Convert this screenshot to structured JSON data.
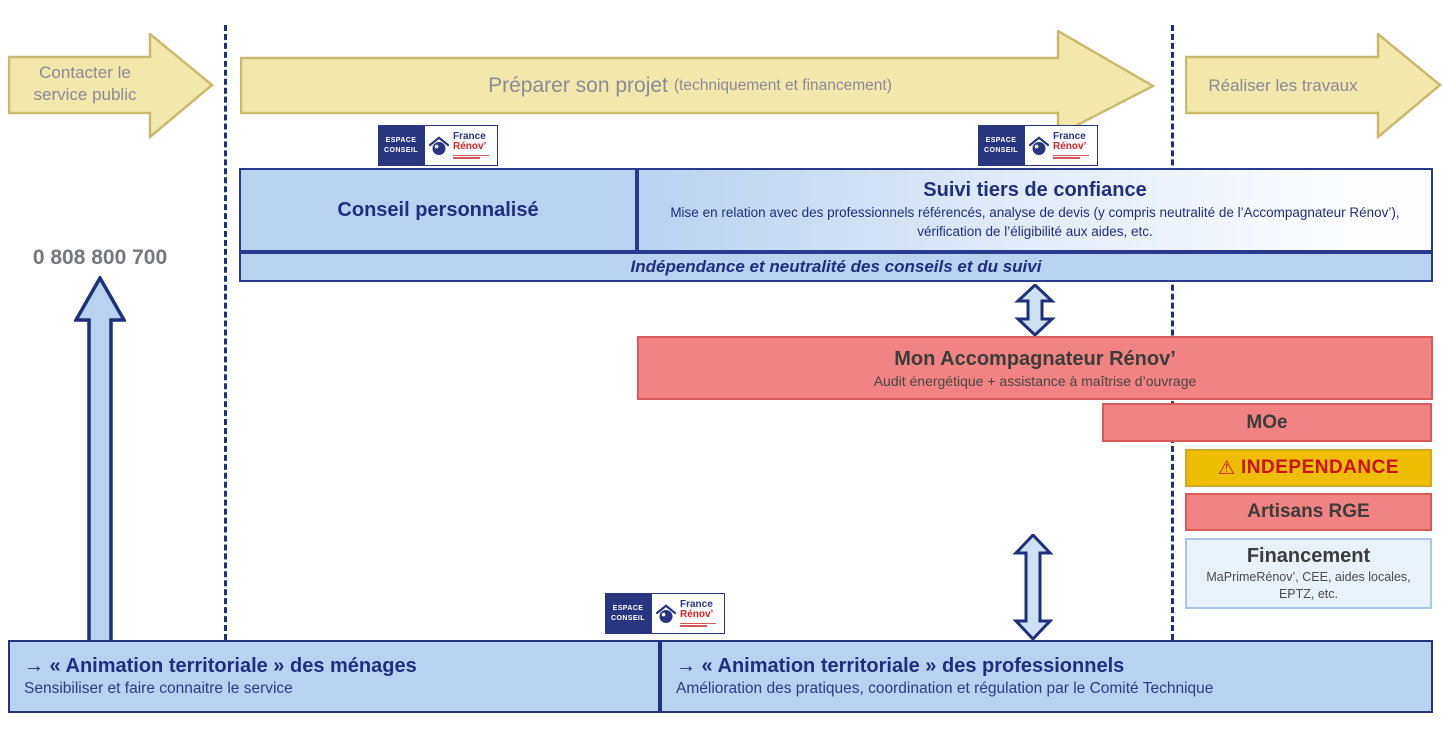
{
  "timeline": {
    "phase1_label": "Contacter le service public",
    "phase2_label": "Préparer son projet",
    "phase2_sub": "(techniquement et financement)",
    "phase3_label": "Réaliser les travaux"
  },
  "phone_number": "0 808 800 700",
  "logo": {
    "left_line1": "ESPACE",
    "left_line2": "CONSEIL",
    "brand_top": "France",
    "brand_bottom": "Rénov’"
  },
  "boxes": {
    "conseil": {
      "title": "Conseil personnalisé"
    },
    "suivi": {
      "title": "Suivi tiers de confiance",
      "subtitle": "Mise en relation avec des professionnels référencés, analyse de devis (y compris neutralité de l’Accompagnateur Rénov’), vérification de l’éligibilité aux aides, etc."
    },
    "independance_bar": "Indépendance et neutralité des conseils et du suivi",
    "mar": {
      "title": "Mon Accompagnateur Rénov’",
      "subtitle": "Audit énergétique + assistance à maîtrise d’ouvrage"
    },
    "moe": "MOe",
    "independance_warn": {
      "icon": "⚠",
      "label": "INDEPENDANCE"
    },
    "artisans": "Artisans RGE",
    "financement": {
      "title": "Financement",
      "subtitle": "MaPrimeRénov’, CEE, aides locales, EPTZ, etc."
    },
    "menages": {
      "title": "→ « Animation territoriale » des ménages",
      "subtitle": "Sensibiliser et faire connaitre le service"
    },
    "pros": {
      "title": "→ « Animation territoriale » des professionnels",
      "subtitle": "Amélioration des pratiques, coordination et régulation par le Comité Technique"
    }
  },
  "colors": {
    "arrow_fill": "#f2e8ab",
    "arrow_border": "#c9ba6d",
    "arrow_text": "#8b8b95",
    "light_blue_fill": "#b9d2f1",
    "navy": "#1f2f7d",
    "red_fill": "#f18383",
    "red_border": "#da5a5a",
    "dark_text": "#3c3c3c",
    "gold_fill": "#edbe04",
    "warn_red": "#cc1111",
    "financement_fill": "#e9f1fb",
    "financement_border": "#a9c7e6",
    "phone_gray": "#76767e"
  }
}
